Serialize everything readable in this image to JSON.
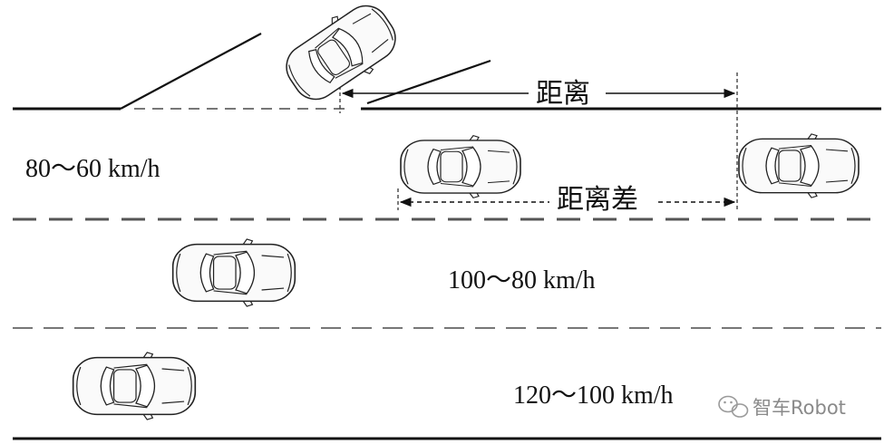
{
  "lanes": {
    "lane1_speed": "80～60 km/h",
    "lane2_speed": "100～80 km/h",
    "lane3_speed": "120～100 km/h"
  },
  "annotations": {
    "distance_label": "距离",
    "distance_gap_label": "距离差"
  },
  "watermark": {
    "text": "智车Robot"
  }
}
